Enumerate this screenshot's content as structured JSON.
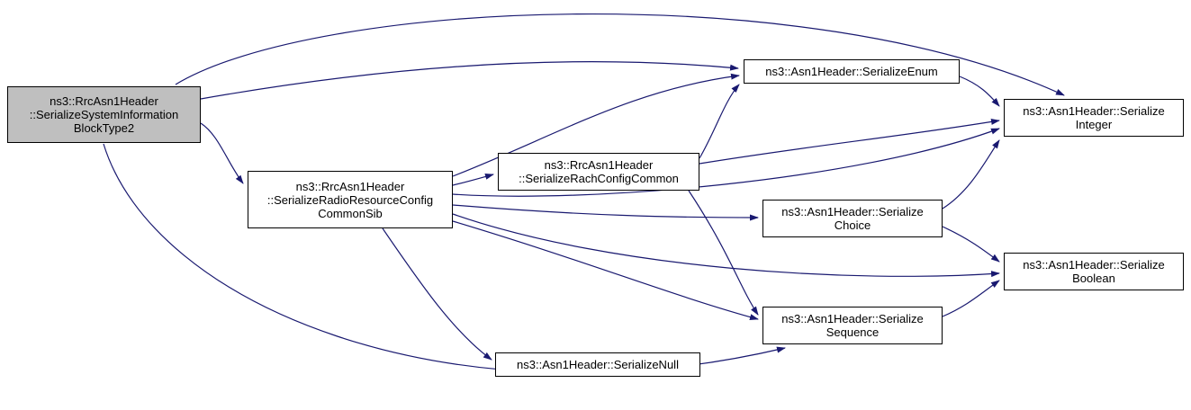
{
  "diagram": {
    "type": "call-graph",
    "nodes": {
      "sib2": {
        "lines": [
          "ns3::RrcAsn1Header",
          "::SerializeSystemInformation",
          "BlockType2"
        ],
        "highlighted": true
      },
      "radio_resource": {
        "lines": [
          "ns3::RrcAsn1Header",
          "::SerializeRadioResourceConfig",
          "CommonSib"
        ],
        "highlighted": false
      },
      "rach": {
        "lines": [
          "ns3::RrcAsn1Header",
          "::SerializeRachConfigCommon"
        ],
        "highlighted": false
      },
      "enum": {
        "lines": [
          "ns3::Asn1Header::SerializeEnum"
        ],
        "highlighted": false
      },
      "integer": {
        "lines": [
          "ns3::Asn1Header::Serialize",
          "Integer"
        ],
        "highlighted": false
      },
      "choice": {
        "lines": [
          "ns3::Asn1Header::Serialize",
          "Choice"
        ],
        "highlighted": false
      },
      "boolean": {
        "lines": [
          "ns3::Asn1Header::Serialize",
          "Boolean"
        ],
        "highlighted": false
      },
      "sequence": {
        "lines": [
          "ns3::Asn1Header::Serialize",
          "Sequence"
        ],
        "highlighted": false
      },
      "null": {
        "lines": [
          "ns3::Asn1Header::SerializeNull"
        ],
        "highlighted": false
      }
    },
    "edges": [
      {
        "from": "sib2",
        "to": "radio_resource"
      },
      {
        "from": "sib2",
        "to": "enum"
      },
      {
        "from": "sib2",
        "to": "integer"
      },
      {
        "from": "sib2",
        "to": "sequence"
      },
      {
        "from": "radio_resource",
        "to": "rach"
      },
      {
        "from": "radio_resource",
        "to": "enum"
      },
      {
        "from": "radio_resource",
        "to": "integer"
      },
      {
        "from": "radio_resource",
        "to": "choice"
      },
      {
        "from": "radio_resource",
        "to": "boolean"
      },
      {
        "from": "radio_resource",
        "to": "sequence"
      },
      {
        "from": "radio_resource",
        "to": "null"
      },
      {
        "from": "rach",
        "to": "enum"
      },
      {
        "from": "rach",
        "to": "integer"
      },
      {
        "from": "rach",
        "to": "sequence"
      },
      {
        "from": "enum",
        "to": "integer"
      },
      {
        "from": "choice",
        "to": "integer"
      },
      {
        "from": "choice",
        "to": "boolean"
      },
      {
        "from": "sequence",
        "to": "boolean"
      }
    ],
    "colors": {
      "edge": "#191970",
      "node_border": "#000000",
      "node_background": "#ffffff",
      "highlight_background": "#bfbfbf"
    }
  }
}
